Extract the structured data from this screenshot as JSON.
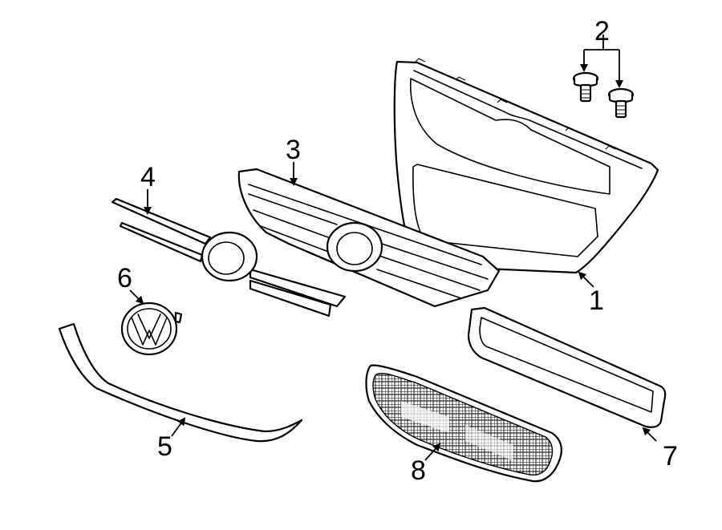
{
  "callouts": [
    {
      "id": "1",
      "label": "1",
      "part": "upper-grille"
    },
    {
      "id": "2",
      "label": "2",
      "part": "mounting-screws"
    },
    {
      "id": "3",
      "label": "3",
      "part": "grille-insert"
    },
    {
      "id": "4",
      "label": "4",
      "part": "grille-trim-molding"
    },
    {
      "id": "5",
      "label": "5",
      "part": "lower-trim-molding"
    },
    {
      "id": "6",
      "label": "6",
      "part": "emblem"
    },
    {
      "id": "7",
      "label": "7",
      "part": "lower-grille-frame"
    },
    {
      "id": "8",
      "label": "8",
      "part": "lower-grille-mesh"
    }
  ],
  "colors": {
    "line": "#000000",
    "background": "#ffffff"
  }
}
